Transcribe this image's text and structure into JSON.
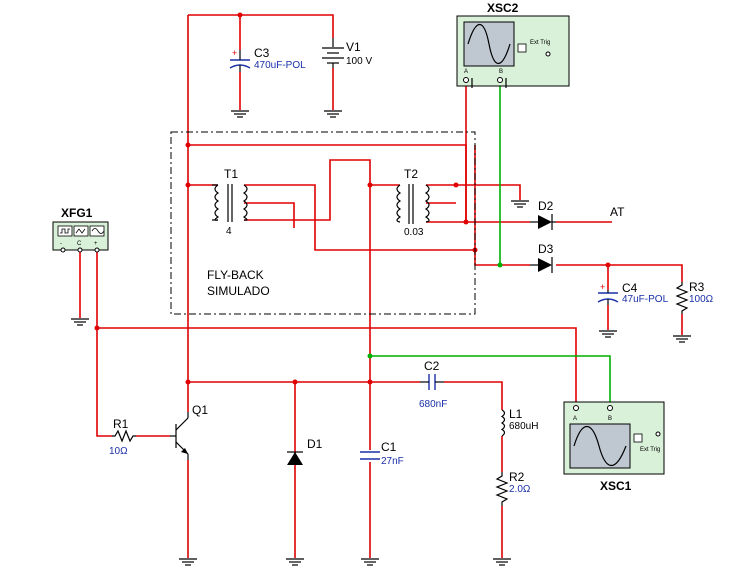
{
  "components": {
    "xsc2": {
      "name": "XSC2",
      "ext_trig": "Ext Trig",
      "ch_a": "A",
      "ch_b": "B"
    },
    "xsc1": {
      "name": "XSC1",
      "ext_trig": "Ext Trig",
      "ch_a": "A",
      "ch_b": "B"
    },
    "xfg1": {
      "name": "XFG1",
      "minus": "-",
      "common": "C",
      "plus": "+"
    },
    "c3": {
      "name": "C3",
      "value": "470uF-POL",
      "polarity": "+"
    },
    "v1": {
      "name": "V1",
      "value": "100 V"
    },
    "t1": {
      "name": "T1",
      "ratio": "4"
    },
    "t2": {
      "name": "T2",
      "ratio": "0.03"
    },
    "d2": {
      "name": "D2"
    },
    "d3": {
      "name": "D3"
    },
    "at": {
      "label": "AT"
    },
    "c4": {
      "name": "C4",
      "value": "47uF-POL",
      "polarity": "+"
    },
    "r3": {
      "name": "R3",
      "value": "100Ω"
    },
    "flyback": {
      "line1": "FLY-BACK",
      "line2": "SIMULADO"
    },
    "c2": {
      "name": "C2",
      "value": "680nF"
    },
    "l1": {
      "name": "L1",
      "value": "680uH"
    },
    "r1": {
      "name": "R1",
      "value": "10Ω"
    },
    "q1": {
      "name": "Q1"
    },
    "d1": {
      "name": "D1"
    },
    "c1": {
      "name": "C1",
      "value": "27nF"
    },
    "r2": {
      "name": "R2",
      "value": "2.0Ω"
    }
  },
  "colors": {
    "wire_power": "#e00000",
    "wire_probe": "#00b000",
    "value_text": "#1a2fa8",
    "scope_body": "#d9f0d9"
  }
}
